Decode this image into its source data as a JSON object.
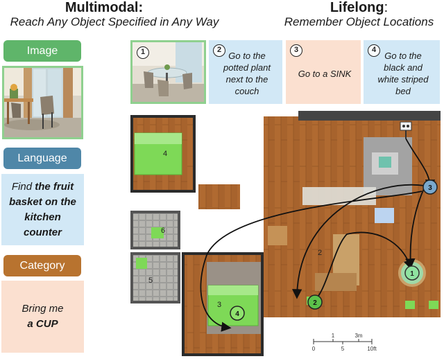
{
  "left": {
    "title": "Multimodal:",
    "subtitle": "Reach Any Object Specified in Any Way",
    "image_label": "Image",
    "language_label": "Language",
    "language_text": {
      "lead": "Find",
      "emphasis": "the fruit basket on the kitchen counter"
    },
    "category_label": "Category",
    "category_text": {
      "lead": "Bring me",
      "emphasis": "a CUP"
    }
  },
  "right": {
    "title": "Lifelong",
    "title_colon": ":",
    "subtitle": "Remember Object Locations",
    "tasks": [
      {
        "number": "1",
        "text": ""
      },
      {
        "number": "2",
        "text": "Go to the potted plant next to the couch"
      },
      {
        "number": "3",
        "text": "Go to a SINK"
      },
      {
        "number": "4",
        "text": "Go to the black and white striped bed"
      }
    ]
  },
  "map": {
    "room_labels": [
      "4",
      "6",
      "5",
      "3",
      "2"
    ],
    "markers": [
      "1",
      "2",
      "3",
      "4"
    ],
    "scale": {
      "top_ticks": [
        "1",
        "3m"
      ],
      "bottom_ticks": [
        "0",
        "5",
        "10ft"
      ]
    }
  },
  "colors": {
    "image": "#5fb56a",
    "language": "#4f87a8",
    "category": "#b8732f",
    "green_highlight": "#7ed957"
  }
}
